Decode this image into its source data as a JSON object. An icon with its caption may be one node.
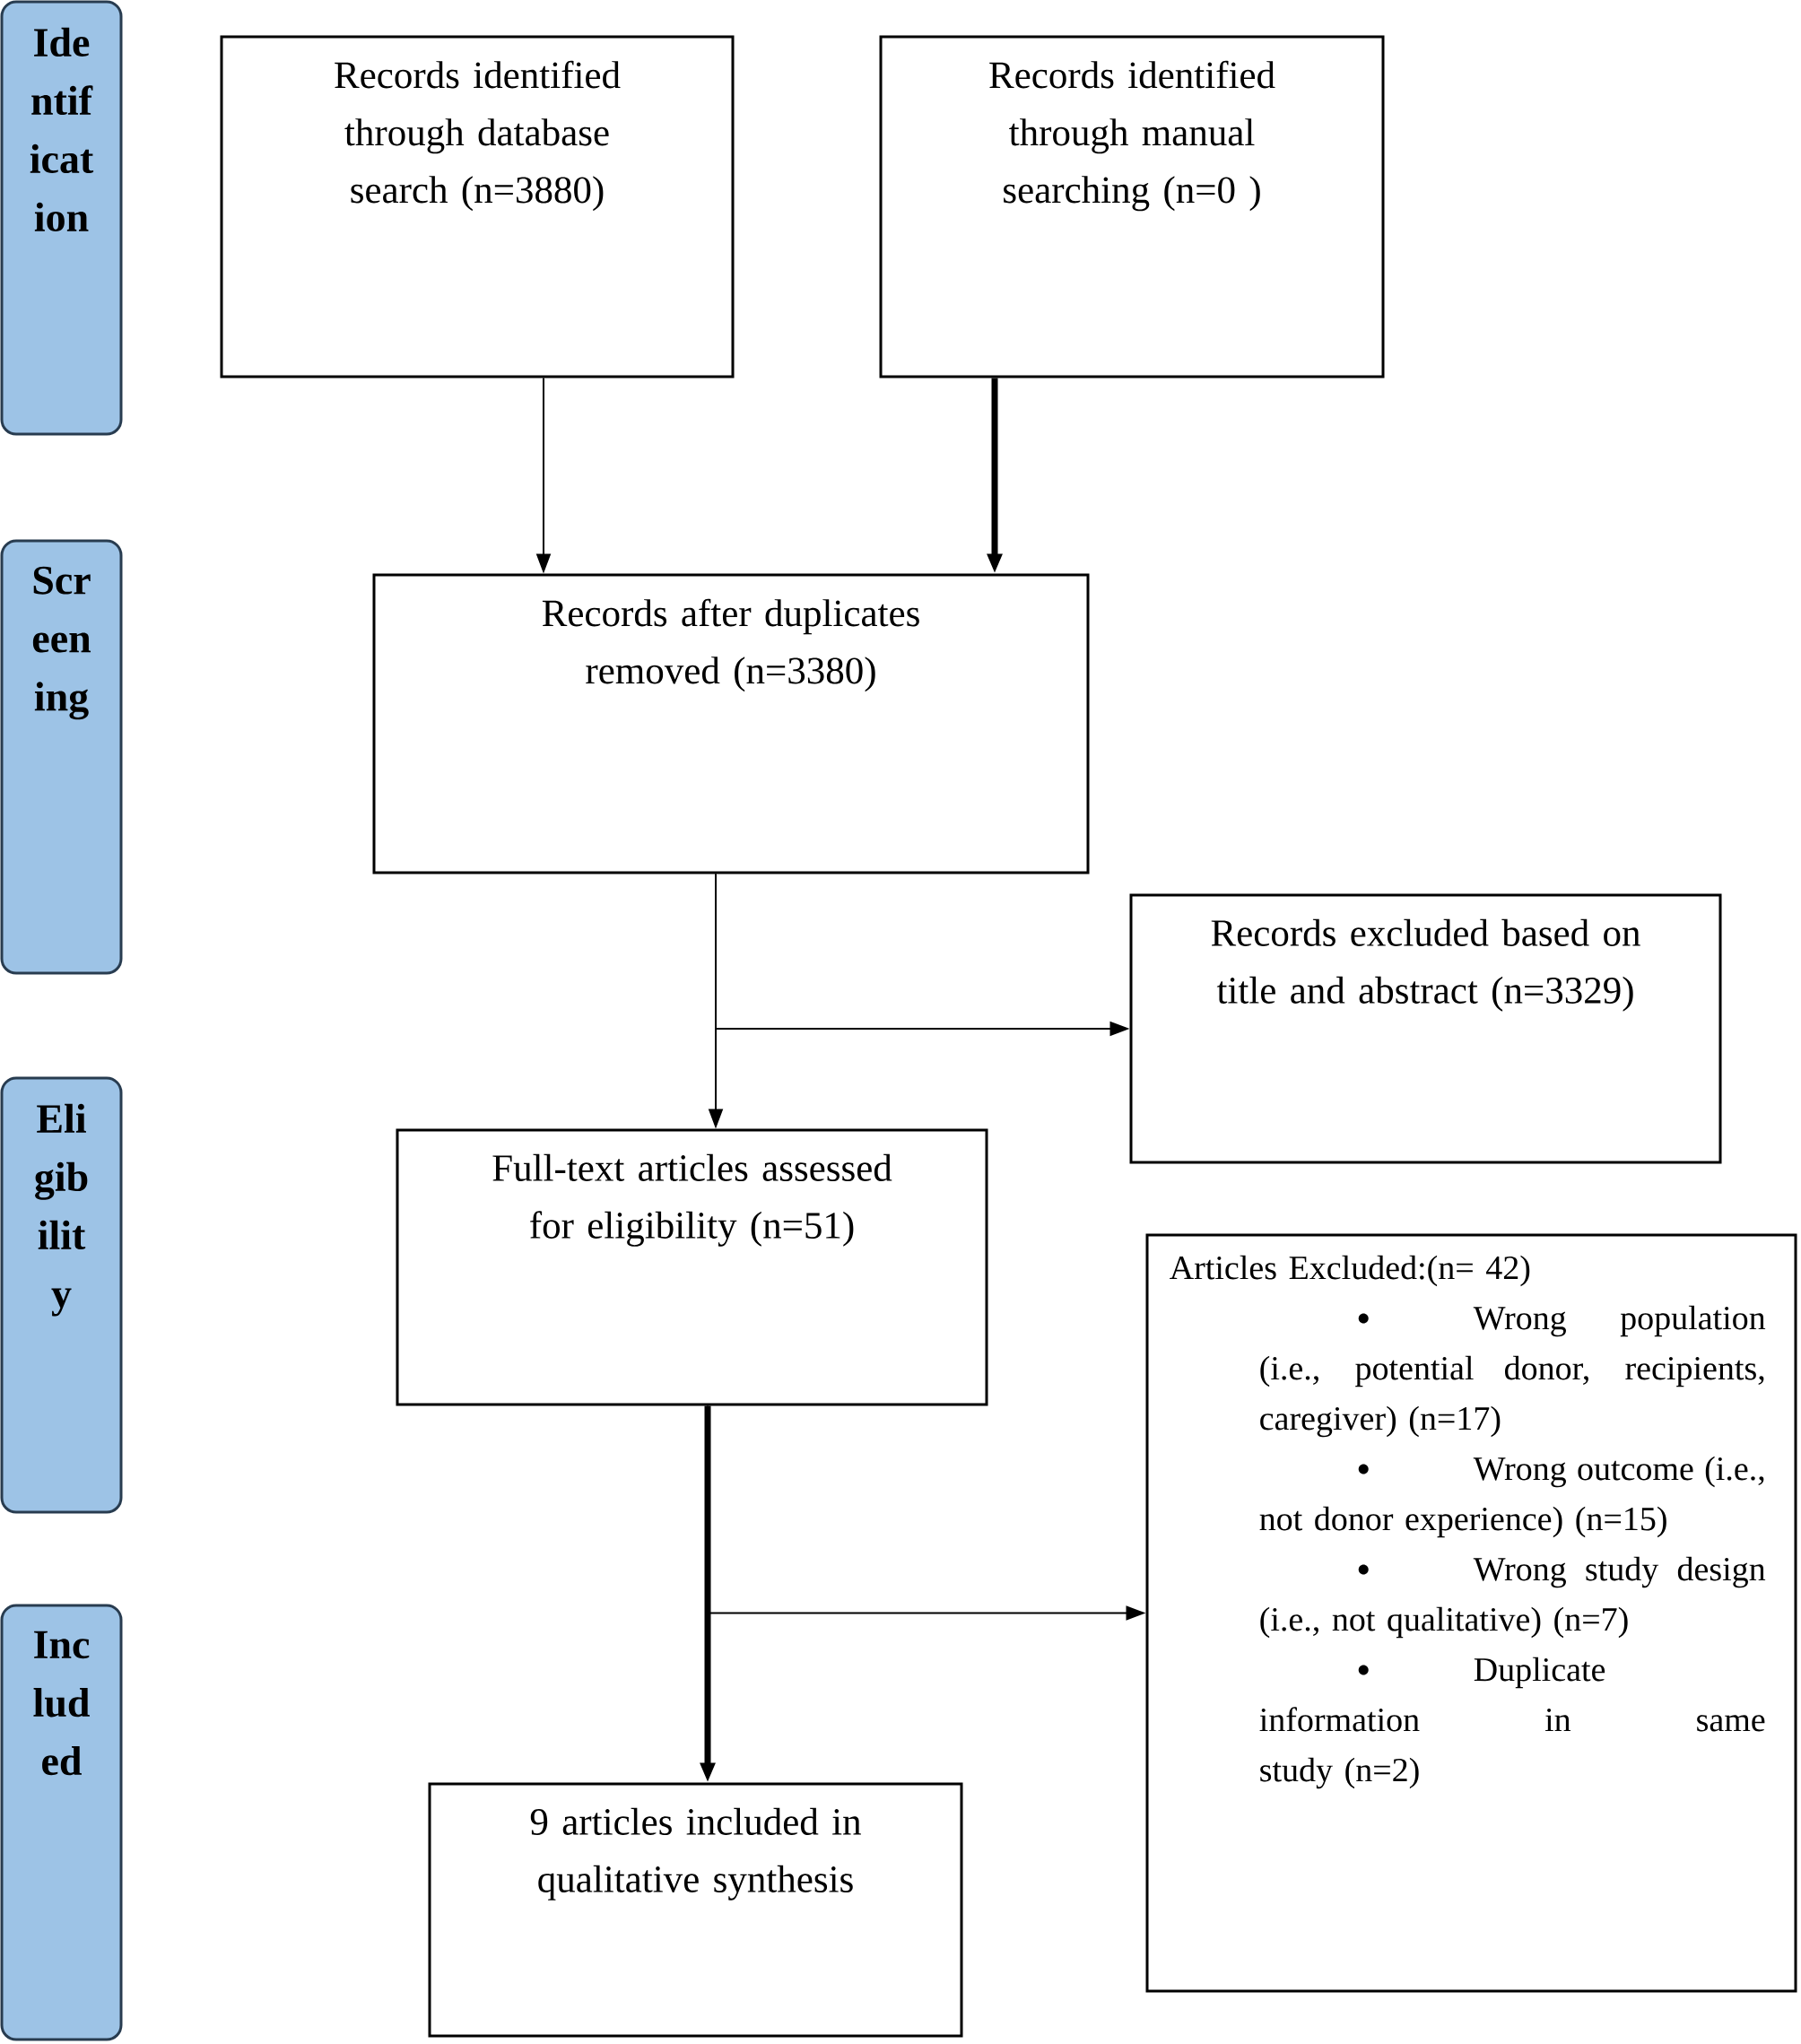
{
  "diagram": {
    "nodes": [
      {
        "text": [
          "Ide ntif icat ion"
        ]
      },
      {
        "text": [
          "Scr een ing"
        ]
      },
      {
        "text": [
          "Eli gib ilit y"
        ]
      },
      {
        "text": [
          "Inc lud ed"
        ]
      },
      {
        "text": [
          "Records identified through database search (n=3880)"
        ]
      },
      {
        "text": [
          "Records identified through manual searching (n=0 )"
        ]
      },
      {
        "text": [
          "Records after duplicates removed (n=3380)"
        ]
      },
      {
        "text": [
          "Records excluded based on title and abstract (n=3329)"
        ]
      },
      {
        "text": [
          "Full-text articles assessed for eligibility (n=51)"
        ]
      },
      {
        "text": [
          "Articles Excluded:(n= 42)",
          "Wrong population (i.e., potential donor, recipients, caregiver) (n=17)",
          "Wrong outcome (i.e., not donor experience) (n=15)",
          "Wrong study design (i.e., not qualitative) (n=7)",
          "Duplicate information in same study (n=2)"
        ]
      },
      {
        "text": [
          "9 articles included in qualitative synthesis"
        ]
      }
    ],
    "edges": [
      {
        "from": 4,
        "to": 6,
        "arrow": "to"
      },
      {
        "from": 5,
        "to": 6,
        "arrow": "to",
        "style": "thick"
      },
      {
        "from": 6,
        "to": 8,
        "arrow": "to"
      },
      {
        "from": 6,
        "to": 7,
        "arrow": "to"
      },
      {
        "from": 8,
        "to": 10,
        "arrow": "to",
        "style": "thick"
      },
      {
        "from": 8,
        "to": 9,
        "arrow": "to"
      }
    ]
  }
}
